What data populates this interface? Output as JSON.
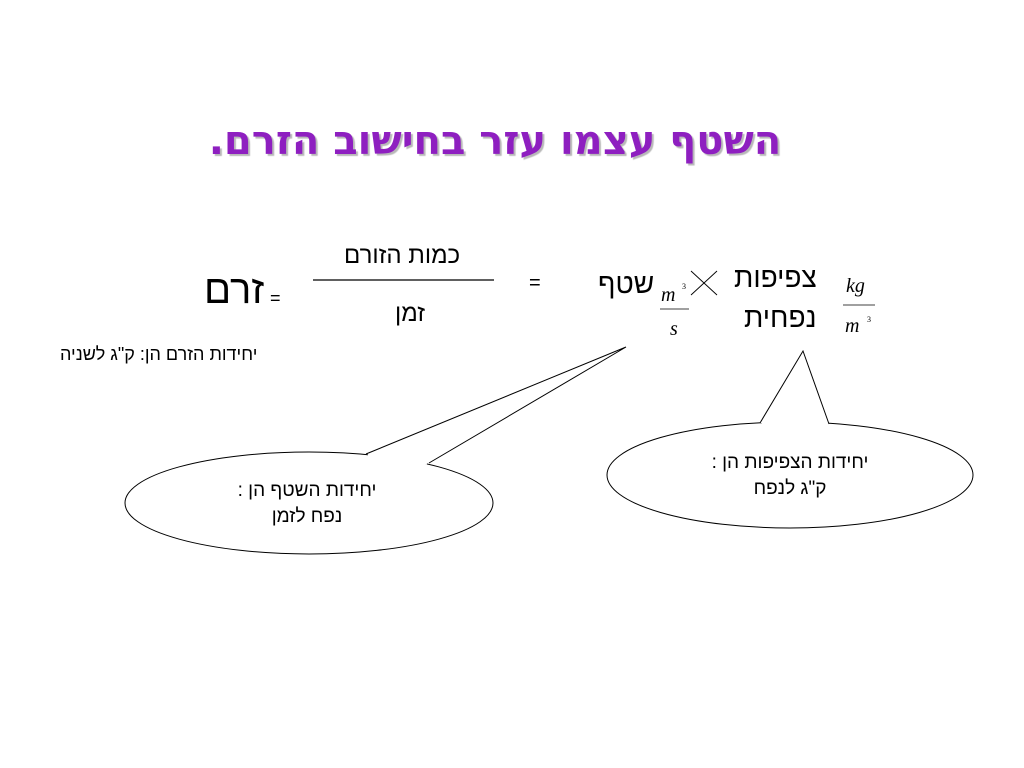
{
  "title": "השטף עצמו עזר בחישוב הזרם.",
  "formula": {
    "flow_word": "זרם",
    "flow_equals": "=",
    "fraction_numerator": "כמות הזורם",
    "fraction_denominator": "זמן",
    "middle_equals": "=",
    "rate_word": "שטף",
    "rate_unit_numerator": "m",
    "rate_unit_numerator_exponent": "3",
    "rate_unit_denominator": "s",
    "density_word": "צפיפות",
    "volume_word": "נפחית",
    "density_unit_numerator": "kg",
    "density_unit_denominator": "m",
    "density_unit_denominator_exponent": "3"
  },
  "flow_units_note": "יחידות הזרם הן: ק\"ג לשניה",
  "callouts": {
    "rate_units": {
      "line1": "יחידות השטף הן :",
      "line2": "נפח  לזמן"
    },
    "density_units": {
      "line1": "יחידות הצפיפות  הן :",
      "line2": "ק\"ג לנפח"
    }
  },
  "colors": {
    "title": "#8E1FC0",
    "text": "#000000",
    "background": "#FFFFFF"
  }
}
